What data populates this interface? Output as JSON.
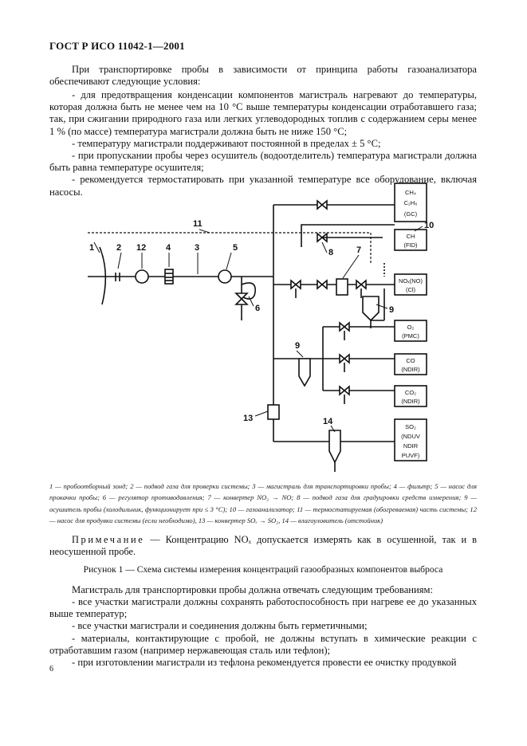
{
  "header": "ГОСТ Р ИСО 11042-1—2001",
  "intro": "При транспортировке пробы в зависимости от принципа работы газоанализатора обеспечивают следующие условия:",
  "conditions": [
    "- для предотвращения конденсации компонентов магистраль нагревают до температуры, которая должна быть не менее чем на 10 °С выше температуры конденсации отработавшего газа; так, при сжигании природного газа или легких углеводородных топлив с содержанием серы менее 1 % (по массе) температура магистрали должна быть не ниже 150 °С;",
    "- температуру магистрали поддерживают постоянной в пределах ± 5 °С;",
    "- при пропускании пробы через осушитель (водоотделитель) температура магистрали должна быть равна температуре осушителя;",
    "- рекомендуется термостатировать при указанной температуре все оборудование, включая насосы."
  ],
  "diagram": {
    "labels": {
      "n1": "1",
      "n2": "2",
      "n12": "12",
      "n4": "4",
      "n3": "3",
      "n5": "5",
      "n6": "6",
      "n11": "11",
      "n8": "8",
      "n7": "7",
      "n10": "10",
      "n9a": "9",
      "n9b": "9",
      "n13": "13",
      "n14": "14"
    },
    "analyzers": {
      "gc": [
        "CH₄",
        "C₂H₆",
        "(GC)"
      ],
      "fid": [
        "CH",
        "(FID)"
      ],
      "cl": [
        "NOₓ(NO)",
        "(Cl)"
      ],
      "pmc": [
        "O₂",
        "(PMC)"
      ],
      "co": [
        "CO",
        "(NDIR)"
      ],
      "co2": [
        "CO₂",
        "(NDIR)"
      ],
      "so2": [
        "SO₂",
        "(NDUV",
        "NDIR",
        "PUVF)"
      ]
    }
  },
  "legend": "1 — пробоотборный зонд; 2 — подвод газа для проверки системы; 3 — магистраль для транспортировки пробы; 4 — фильтр; 5 — насос для прокачки пробы; 6 — регулятор противодавления; 7 — конвертер NO₂ → NO; 8 — подвод газа для градуировки средств измерения; 9 — осушитель пробы (холодильник, функционирует при ≤ 3 °С); 10 — газоанализатор; 11 — термостатируемая (обогреваемая) часть системы; 12 — насос для продувки системы (если необходимо), 13 — конвертер SOₓ → SO₂, 14 — влагоуловитель (отстойник)",
  "note_head": "Примечание",
  "note_text": " — Концентрацию NOₓ допускается измерять как в осушенной, так и в неосушенной пробе.",
  "caption": "Рисунок 1 — Схема системы измерения концентраций газообразных компонентов выброса",
  "requirements_intro": "Магистраль для транспортировки пробы должна отвечать следующим требованиям:",
  "requirements": [
    "- все участки магистрали должны сохранять работоспособность при нагреве ее до указанных выше температур;",
    "- все участки магистрали и соединения должны быть герметичными;",
    "- материалы, контактирующие с пробой, не должны вступать в химические реакции с отработавшим газом (например нержавеющая сталь или тефлон);",
    "- при изготовлении магистрали из тефлона рекомендуется провести ее очистку продувкой"
  ],
  "page_number": "6"
}
